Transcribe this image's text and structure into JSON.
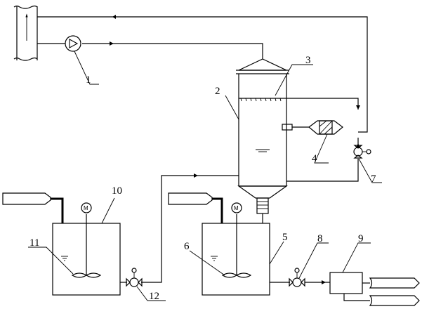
{
  "labels": {
    "c1": "1",
    "c2": "2",
    "c3": "3",
    "c4": "4",
    "c5": "5",
    "c6": "6",
    "c7": "7",
    "c8": "8",
    "c9": "9",
    "c10": "10",
    "c11": "11",
    "c12": "12"
  },
  "motor_symbol": "M"
}
